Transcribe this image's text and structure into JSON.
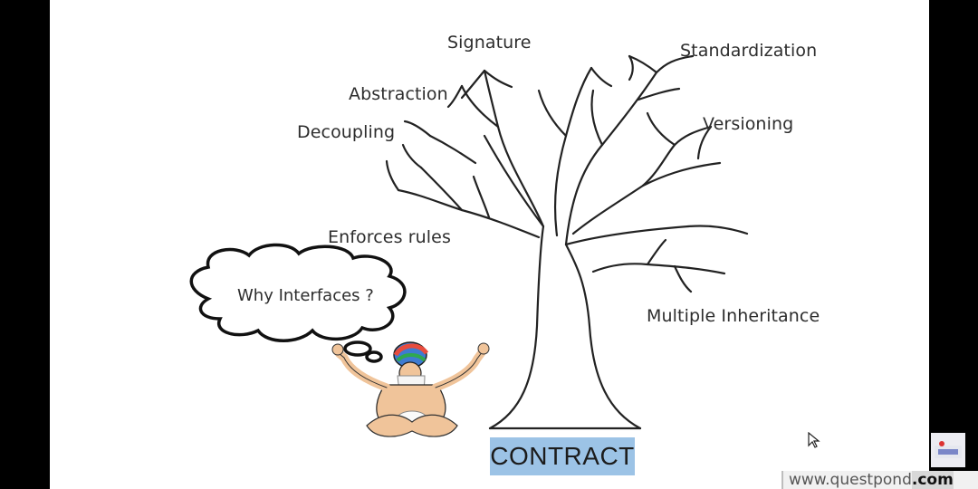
{
  "diagram": {
    "base_label": "CONTRACT",
    "question": "Why Interfaces ?",
    "branches": {
      "signature": "Signature",
      "standardization": "Standardization",
      "abstraction": "Abstraction",
      "versioning": "Versioning",
      "decoupling": "Decoupling",
      "enforces_rules": "Enforces rules",
      "multiple_inheritance": "Multiple Inheritance"
    }
  },
  "footer": {
    "url_domain": "www.questpond",
    "url_tld": ".com"
  },
  "colors": {
    "contract_box": "#9cc3e6",
    "slide_background": "#ffffff",
    "letterbox": "#000000"
  },
  "icons": [
    "tree-illustration",
    "thought-cloud-icon",
    "meditating-sage-illustration",
    "mouse-cursor-icon",
    "logo-icon"
  ]
}
